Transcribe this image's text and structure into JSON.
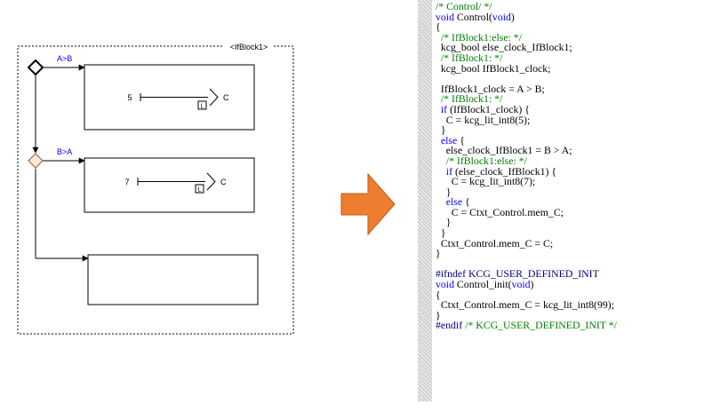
{
  "diagram": {
    "block_label": "<IfBlock1>",
    "branch_labels": [
      "A>B",
      "B>A"
    ],
    "branch_values": [
      "5",
      "7"
    ],
    "output_label": "C",
    "clock_badge": "L"
  },
  "code_lines": [
    [
      {
        "t": "/* Control/ */",
        "c": "green"
      }
    ],
    [
      {
        "t": "void",
        "c": "blue"
      },
      {
        "t": " Control(",
        "c": "black"
      },
      {
        "t": "void",
        "c": "blue"
      },
      {
        "t": ")",
        "c": "black"
      }
    ],
    [
      {
        "t": "{",
        "c": "black"
      }
    ],
    [
      {
        "t": "  /* IfBlock1:else: */",
        "c": "green"
      }
    ],
    [
      {
        "t": "  kcg_bool else_clock_IfBlock1;",
        "c": "black"
      }
    ],
    [
      {
        "t": "  /* IfBlock1: */",
        "c": "green"
      }
    ],
    [
      {
        "t": "  kcg_bool IfBlock1_clock;",
        "c": "black"
      }
    ],
    [
      {
        "t": "",
        "c": "black"
      }
    ],
    [
      {
        "t": "  IfBlock1_clock = A > B;",
        "c": "black"
      }
    ],
    [
      {
        "t": "  /* IfBlock1: */",
        "c": "green"
      }
    ],
    [
      {
        "t": "  ",
        "c": "black"
      },
      {
        "t": "if",
        "c": "blue"
      },
      {
        "t": " (IfBlock1_clock) {",
        "c": "black"
      }
    ],
    [
      {
        "t": "    C = kcg_lit_int8(5);",
        "c": "black"
      }
    ],
    [
      {
        "t": "  }",
        "c": "black"
      }
    ],
    [
      {
        "t": "  ",
        "c": "black"
      },
      {
        "t": "else",
        "c": "blue"
      },
      {
        "t": " {",
        "c": "black"
      }
    ],
    [
      {
        "t": "    else_clock_IfBlock1 = B > A;",
        "c": "black"
      }
    ],
    [
      {
        "t": "    /* IfBlock1:else: */",
        "c": "green"
      }
    ],
    [
      {
        "t": "    ",
        "c": "black"
      },
      {
        "t": "if",
        "c": "blue"
      },
      {
        "t": " (else_clock_IfBlock1) {",
        "c": "black"
      }
    ],
    [
      {
        "t": "      C = kcg_lit_int8(7);",
        "c": "black"
      }
    ],
    [
      {
        "t": "    }",
        "c": "black"
      }
    ],
    [
      {
        "t": "    ",
        "c": "black"
      },
      {
        "t": "else",
        "c": "blue"
      },
      {
        "t": " {",
        "c": "black"
      }
    ],
    [
      {
        "t": "      C = Ctxt_Control.mem_C;",
        "c": "black"
      }
    ],
    [
      {
        "t": "    }",
        "c": "black"
      }
    ],
    [
      {
        "t": "  }",
        "c": "black"
      }
    ],
    [
      {
        "t": "  Ctxt_Control.mem_C = C;",
        "c": "black"
      }
    ],
    [
      {
        "t": "}",
        "c": "black"
      }
    ],
    [
      {
        "t": "",
        "c": "black"
      }
    ],
    [
      {
        "t": "#ifndef KCG_USER_DEFINED_INIT",
        "c": "navy"
      }
    ],
    [
      {
        "t": "void",
        "c": "blue"
      },
      {
        "t": " Control_init(",
        "c": "black"
      },
      {
        "t": "void",
        "c": "blue"
      },
      {
        "t": ")",
        "c": "black"
      }
    ],
    [
      {
        "t": "{",
        "c": "black"
      }
    ],
    [
      {
        "t": "  Ctxt_Control.mem_C = kcg_lit_int8(99);",
        "c": "black"
      }
    ],
    [
      {
        "t": "}",
        "c": "black"
      }
    ],
    [
      {
        "t": "#endif",
        "c": "navy"
      },
      {
        "t": " /* KCG_USER_DEFINED_INIT */",
        "c": "green"
      }
    ]
  ],
  "colors": {
    "arrow_fill": "#ED7D31",
    "arrow_stroke": "#C55A11",
    "label_blue": "#0000ff",
    "diamond_fill": "#ffffff",
    "diamond2_fill": "#fde9d9",
    "diamond2_stroke": "#a0522d"
  }
}
